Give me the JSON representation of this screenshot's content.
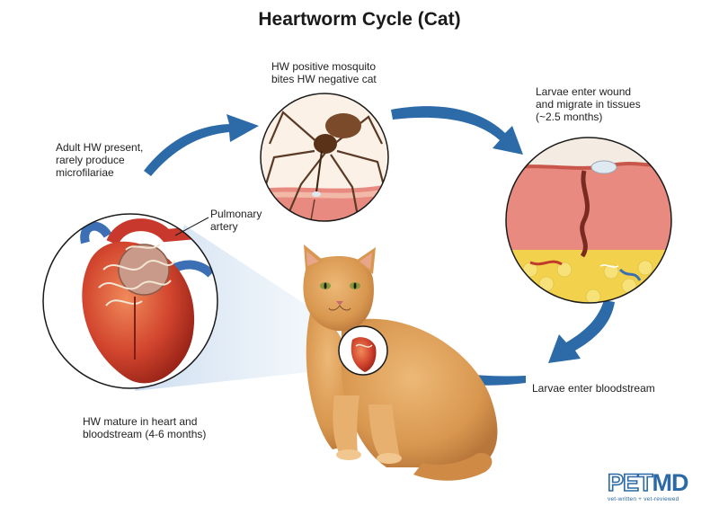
{
  "title": "Heartworm Cycle (Cat)",
  "stages": {
    "mosquito": "HW positive mosquito\nbites HW negative cat",
    "larvae_wound": "Larvae enter wound\nand migrate in tissues\n(~2.5 months)",
    "bloodstream": "Larvae enter bloodstream",
    "mature": "HW mature in heart and\nbloodstream (4-6 months)",
    "adult": "Adult HW present,\nrarely produce\nmicrofilariae",
    "pulmonary": "Pulmonary\nartery"
  },
  "logo": {
    "brand_a": "PET",
    "brand_b": "MD",
    "tagline": "vet-written + vet-reviewed"
  },
  "colors": {
    "arrow": "#2d6aa8",
    "brand": "#2b6aa6",
    "heart": "#c9382c",
    "cat": "#d8974f",
    "fat": "#f2d24c",
    "skin": "#e88a80"
  }
}
